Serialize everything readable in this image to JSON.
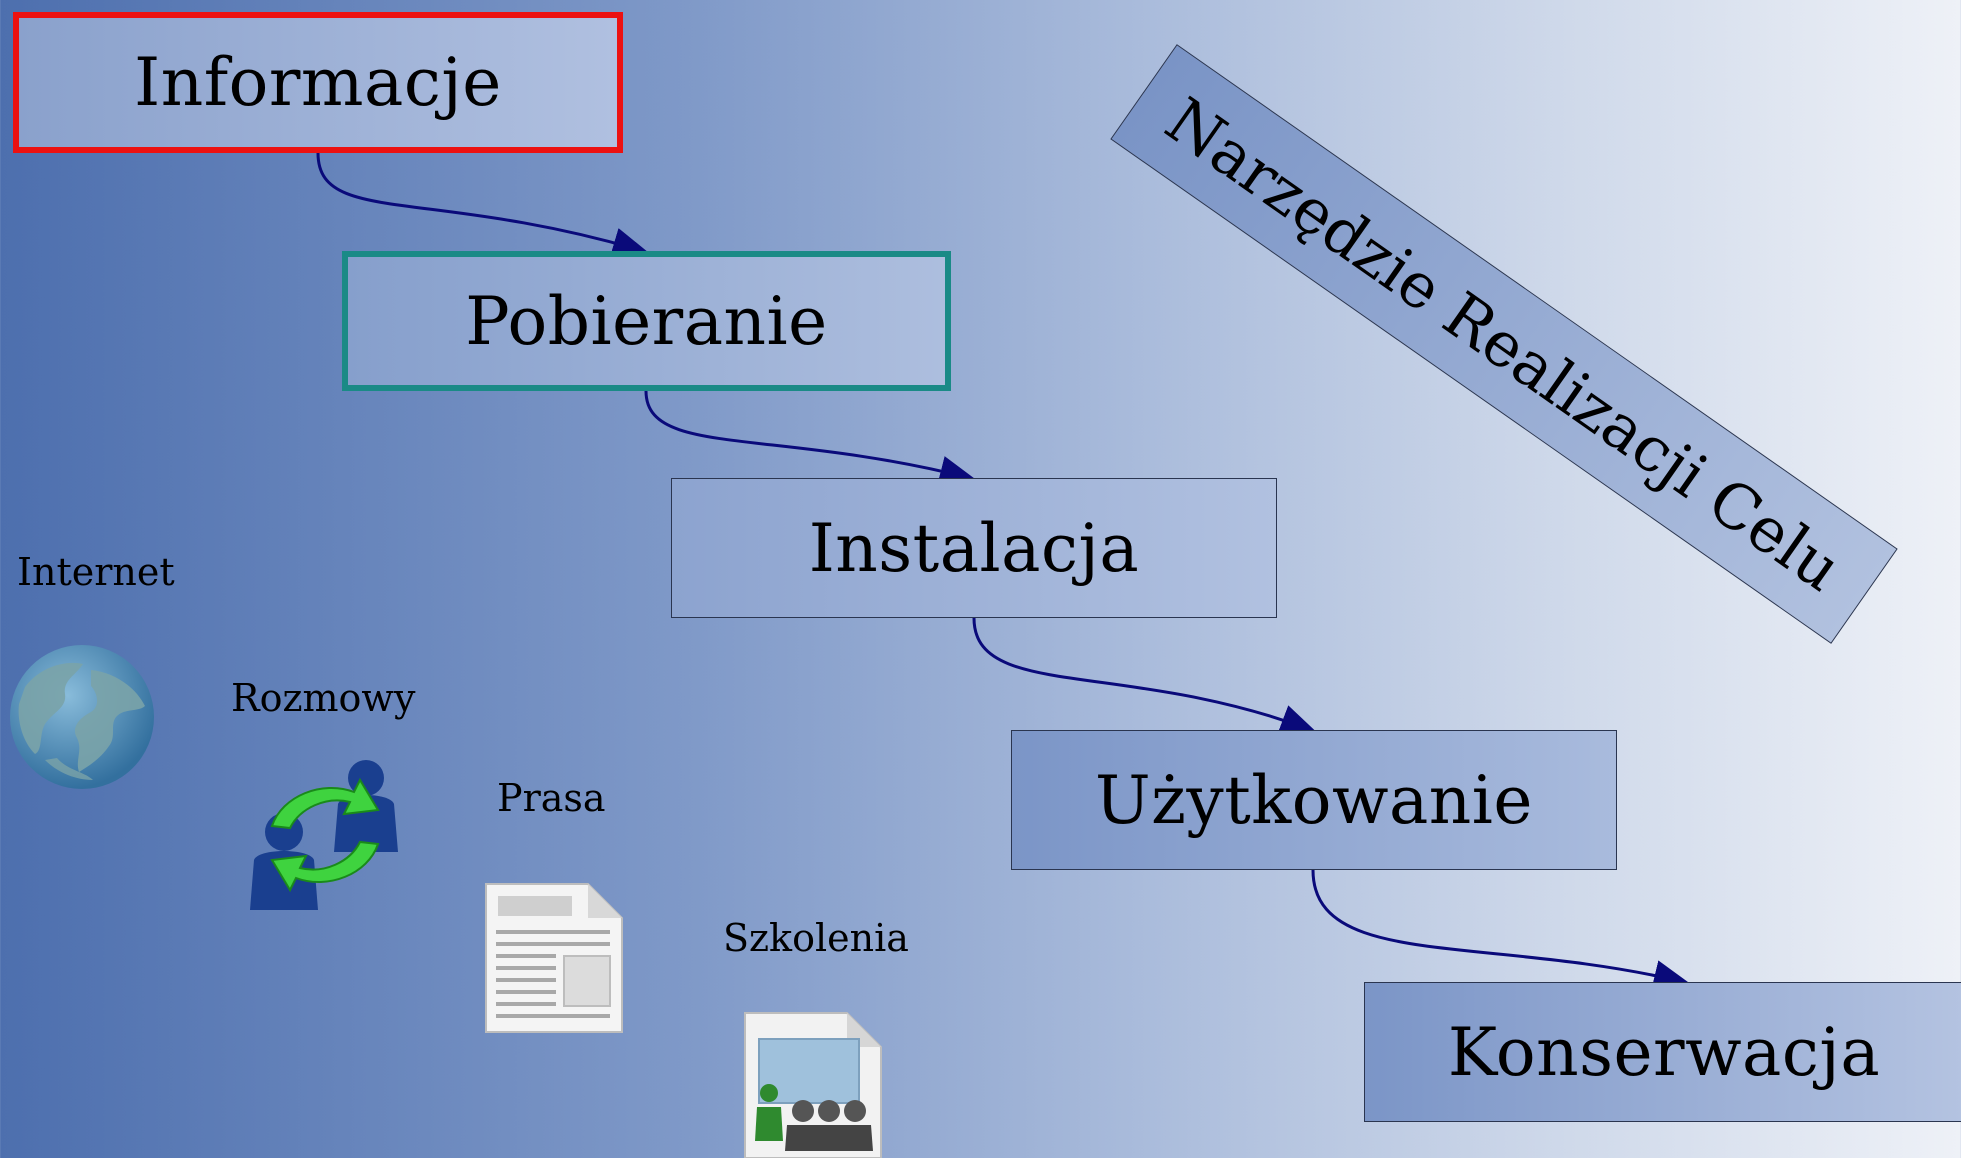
{
  "steps": [
    {
      "label": "Informacje"
    },
    {
      "label": "Pobieranie"
    },
    {
      "label": "Instalacja"
    },
    {
      "label": "Użytkowanie"
    },
    {
      "label": "Konserwacja"
    }
  ],
  "banner": {
    "text": "Narzędzie Realizacji Celu"
  },
  "sources": [
    {
      "label": "Internet",
      "icon": "globe-icon"
    },
    {
      "label": "Rozmowy",
      "icon": "people-exchange-icon"
    },
    {
      "label": "Prasa",
      "icon": "document-icon"
    },
    {
      "label": "Szkolenia",
      "icon": "presentation-icon"
    }
  ],
  "colors": {
    "highlight_red": "#ec1111",
    "highlight_teal": "#1a8a86",
    "arrow": "#0a0a7a"
  }
}
